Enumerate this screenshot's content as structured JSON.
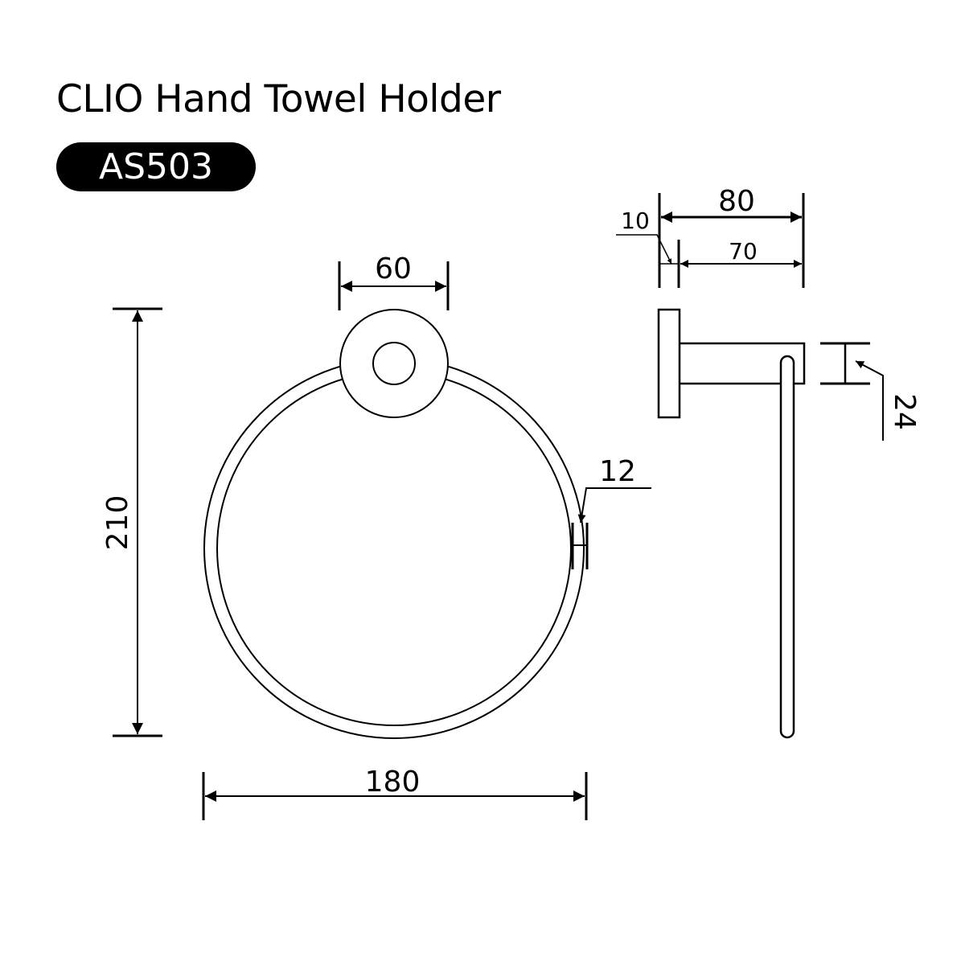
{
  "header": {
    "title": "CLIO Hand Towel Holder",
    "model_code": "AS503"
  },
  "front_view": {
    "rosette_diameter": "60",
    "ring_height": "210",
    "ring_width": "180",
    "ring_tube_diameter": "12"
  },
  "side_view": {
    "projection_total": "80",
    "plate_thickness": "10",
    "arm_length": "70",
    "arm_diameter": "24"
  },
  "colors": {
    "line": "#000000",
    "background": "#ffffff",
    "badge_bg": "#000000",
    "badge_text": "#ffffff"
  }
}
